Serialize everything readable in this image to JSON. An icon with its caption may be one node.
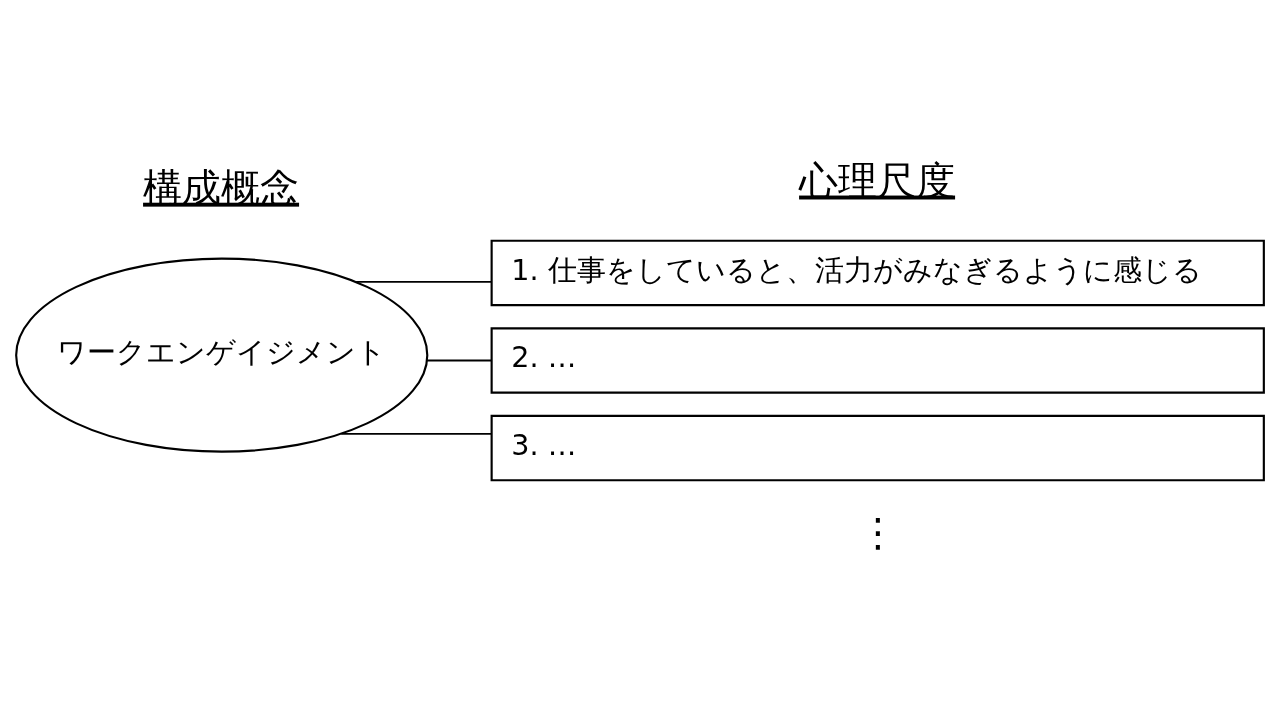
{
  "diagram": {
    "nodes": [
      {
        "text": [
          "ワークエンゲイジメント"
        ]
      },
      {
        "text": [
          "1. 仕事をしていると、活力がみなぎるように感じる"
        ]
      },
      {
        "text": [
          "2. …"
        ]
      },
      {
        "text": [
          "3. …"
        ]
      }
    ],
    "edges": [
      {
        "from": 0,
        "to": 1,
        "arrow": "none"
      },
      {
        "from": 0,
        "to": 2,
        "arrow": "none"
      },
      {
        "from": 0,
        "to": 3,
        "arrow": "none"
      }
    ],
    "labels": [
      "構成概念",
      "心理尺度",
      "⋮"
    ]
  }
}
